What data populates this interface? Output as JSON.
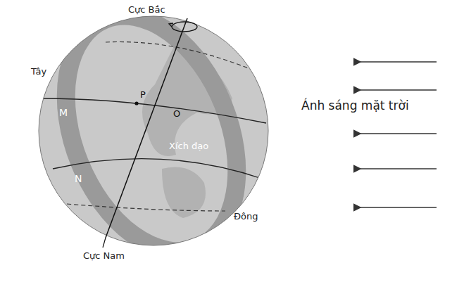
{
  "diagram": {
    "labels": [
      "Cực Bắc",
      "Tây",
      "M",
      "P",
      "O",
      "Xích đạo",
      "N",
      "Đông",
      "Cực Nam",
      "Ánh sáng mặt trời"
    ]
  }
}
